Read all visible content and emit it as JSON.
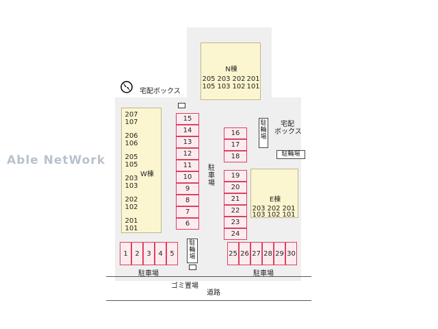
{
  "watermark": "Able NetWork",
  "labels": {
    "parcel_box_top": "宅配ボックス",
    "parcel_box_right_1": "宅配",
    "parcel_box_right_2": "ボックス",
    "parking_center": "駐車場",
    "parking_bottom_left": "駐車場",
    "parking_bottom_right": "駐車場",
    "bike_right_top": "駐輪場",
    "bike_right_side": "駐輪場",
    "bike_bottom": "駐輪場",
    "garbage": "ゴミ置場",
    "road": "道路"
  },
  "buildings": {
    "n": {
      "name": "N棟",
      "units_top": [
        "205",
        "203",
        "202",
        "201"
      ],
      "units_bottom": [
        "105",
        "103",
        "102",
        "101"
      ]
    },
    "w": {
      "name": "W棟",
      "units": [
        [
          "207",
          "107"
        ],
        [
          "206",
          "106"
        ],
        [
          "205",
          "105"
        ],
        [
          "203",
          "103"
        ],
        [
          "202",
          "102"
        ],
        [
          "201",
          "101"
        ]
      ]
    },
    "e": {
      "name": "E棟",
      "units_top": [
        "203",
        "202",
        "201"
      ],
      "units_bottom": [
        "103",
        "102",
        "101"
      ]
    }
  },
  "lots": {
    "center_column": [
      "15",
      "14",
      "13",
      "12",
      "11",
      "10",
      "9",
      "8",
      "7",
      "6"
    ],
    "right_upper": [
      "16",
      "17",
      "18"
    ],
    "right_lower": [
      "19",
      "20",
      "21",
      "22",
      "23",
      "24"
    ],
    "bottom_left": [
      "1",
      "2",
      "3",
      "4",
      "5"
    ],
    "bottom_right": [
      "25",
      "26",
      "27",
      "28",
      "29",
      "30"
    ]
  }
}
